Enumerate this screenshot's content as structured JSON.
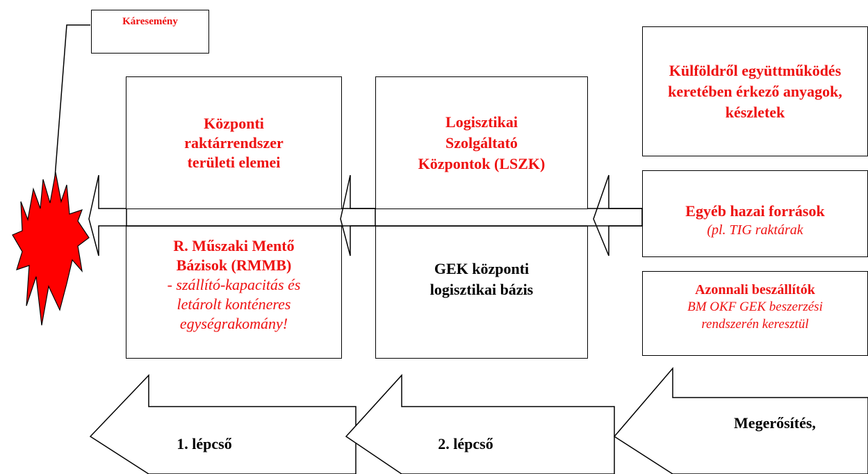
{
  "colors": {
    "accent_red": "#ee1111",
    "line": "#000000",
    "background": "#ffffff"
  },
  "callout": {
    "label": "Káresemény",
    "icon": "explosion-burst-icon"
  },
  "boxes": {
    "kozponti": {
      "title": "Központi raktárrendszer területi elemei"
    },
    "rmmb": {
      "title": "R. Műszaki Mentő Bázisok (RMMB)",
      "subtitle": "- szállító-kapacitás és letárolt konténeres egységrakomány!"
    },
    "lszk": {
      "title": "Logisztikai Szolgáltató Központok (LSZK)"
    },
    "gek": {
      "title": "GEK központi logisztikai bázis"
    },
    "kulfold": {
      "title": "Külföldről együttműködés keretében érkező anyagok, készletek"
    },
    "egyeb": {
      "title": "Egyéb hazai források",
      "subtitle": "(pl. TIG raktárak"
    },
    "azonnali": {
      "title": "Azonnali beszállítók",
      "subtitle": "BM OKF GEK beszerzési rendszerén keresztül"
    }
  },
  "steps": {
    "step1": "1. lépcső",
    "step2": "2. lépcső",
    "step3": "Megerősítés,"
  }
}
